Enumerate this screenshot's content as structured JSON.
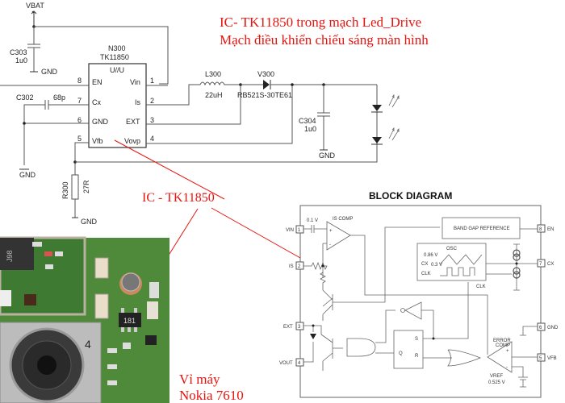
{
  "titles": {
    "line1": "IC- TK11850 trong mạch Led_Drive",
    "line2": "Mạch điều khiển chiếu sáng màn hình",
    "ic_callout": "IC - TK11850",
    "board_line1": "Vỉ máy",
    "board_line2": "Nokia 7610"
  },
  "colors": {
    "annotation_red": "#e8130e",
    "wire": "#555555",
    "pcb_green": "#4f8a3a"
  },
  "schematic": {
    "vbat": "VBAT",
    "gnd": "GND",
    "ic": {
      "ref": "N300",
      "part": "TK11850",
      "package_label": "U//U",
      "pins": [
        {
          "num": "8",
          "name": "EN"
        },
        {
          "num": "7",
          "name": "Cx"
        },
        {
          "num": "6",
          "name": "GND"
        },
        {
          "num": "5",
          "name": "Vfb"
        },
        {
          "num": "1",
          "name": "Vin"
        },
        {
          "num": "2",
          "name": "Is"
        },
        {
          "num": "3",
          "name": "EXT"
        },
        {
          "num": "4",
          "name": "Vovp"
        }
      ]
    },
    "c303": {
      "ref": "C303",
      "value": "1u0"
    },
    "c302": {
      "ref": "C302",
      "value": "68p"
    },
    "c304": {
      "ref": "C304",
      "value": "1u0"
    },
    "l300": {
      "ref": "L300",
      "value": "22uH"
    },
    "v300": {
      "ref": "V300",
      "value": "RB521S-30TE61"
    },
    "r300": {
      "ref": "R300",
      "value": "27R"
    }
  },
  "block_diagram": {
    "title": "BLOCK DIAGRAM",
    "left_pins": [
      {
        "num": "1",
        "name": "VIN"
      },
      {
        "num": "2",
        "name": "IS"
      },
      {
        "num": "3",
        "name": "EXT"
      },
      {
        "num": "4",
        "name": "VOUT"
      }
    ],
    "right_pins": [
      {
        "num": "8",
        "name": "EN"
      },
      {
        "num": "7",
        "name": "CX"
      },
      {
        "num": "6",
        "name": "GND"
      },
      {
        "num": "5",
        "name": "VFB"
      }
    ],
    "labels": {
      "v01": "0.1 V",
      "is_comp": "IS COMP",
      "band_gap": "BAND GAP REFERENCE",
      "osc": "OSC",
      "v086": "0.86 V",
      "cx": "CX",
      "v03": "0.3 V",
      "clk": "CLK",
      "clk2": "CLK",
      "s": "S",
      "q": "Q",
      "r": "R",
      "error": "ERROR",
      "comp": "COMP",
      "vref": "VREF",
      "v0525": "0.525 V",
      "plus": "+",
      "minus": "-"
    }
  },
  "pcb_photo": {
    "chip_marking": "181"
  }
}
